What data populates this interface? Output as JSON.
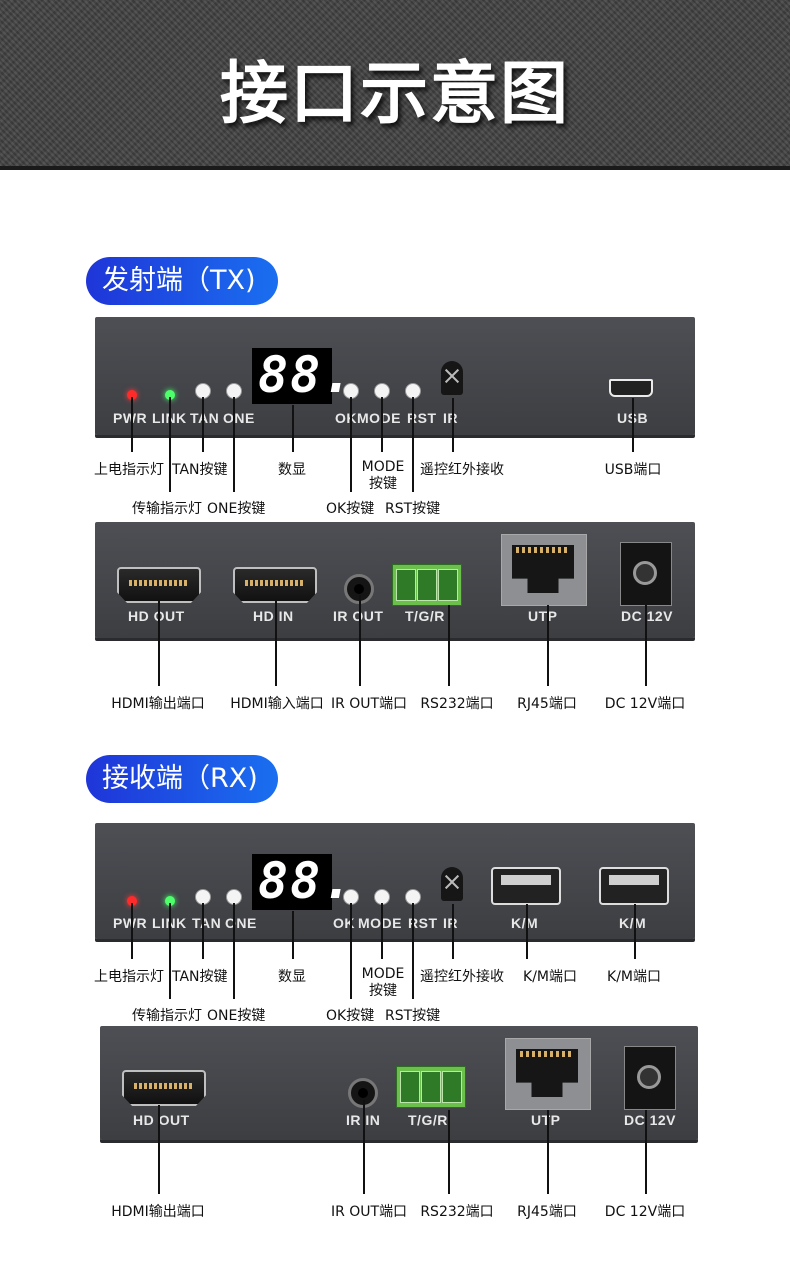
{
  "header": {
    "title": "接口示意图"
  },
  "tx": {
    "section_title": "发射端（TX)",
    "front": {
      "display": "88.",
      "labels": {
        "pwr": "PWR",
        "link": "LINK",
        "tan": "TAN",
        "one": "ONE",
        "ok": "OK",
        "mode": "MODE",
        "rst": "RST",
        "ir": "IR",
        "usb": "USB"
      }
    },
    "front_callouts": {
      "pwr_led": "上电指示灯",
      "tan_button": "TAN按键",
      "display": "数显",
      "mode_button_line1": "MODE",
      "mode_button_line2": "按键",
      "ir_receiver": "遥控红外接收",
      "usb_port": "USB端口",
      "link_led": "传输指示灯",
      "one_button": "ONE按键",
      "ok_button": "OK按键",
      "rst_button": "RST按键"
    },
    "rear": {
      "labels": {
        "hd_out": "HD OUT",
        "hd_in": "HD IN",
        "ir_out": "IR OUT",
        "rs232": "T/G/R",
        "utp": "UTP",
        "dc": "DC 12V"
      }
    },
    "rear_callouts": {
      "hdmi_out": "HDMI输出端口",
      "hdmi_in": "HDMI输入端口",
      "ir_out": "IR OUT端口",
      "rs232": "RS232端口",
      "rj45": "RJ45端口",
      "dc": "DC 12V端口"
    }
  },
  "rx": {
    "section_title": "接收端（RX)",
    "front": {
      "display": "88.",
      "labels": {
        "pwr": "PWR",
        "link": "LINK",
        "tan": "TAN",
        "one": "ONE",
        "ok": "OK",
        "mode": "MODE",
        "rst": "RST",
        "ir": "IR",
        "km1": "K/M",
        "km2": "K/M"
      }
    },
    "front_callouts": {
      "pwr_led": "上电指示灯",
      "tan_button": "TAN按键",
      "display": "数显",
      "mode_button_line1": "MODE",
      "mode_button_line2": "按键",
      "ir_receiver": "遥控红外接收",
      "km1_port": "K/M端口",
      "km2_port": "K/M端口",
      "link_led": "传输指示灯",
      "one_button": "ONE按键",
      "ok_button": "OK按键",
      "rst_button": "RST按键"
    },
    "rear": {
      "labels": {
        "hd_out": "HD OUT",
        "ir_in": "IR IN",
        "rs232": "T/G/R",
        "utp": "UTP",
        "dc": "DC 12V"
      }
    },
    "rear_callouts": {
      "hdmi_out": "HDMI输出端口",
      "ir_out": "IR OUT端口",
      "rs232": "RS232端口",
      "rj45": "RJ45端口",
      "dc": "DC 12V端口"
    }
  }
}
